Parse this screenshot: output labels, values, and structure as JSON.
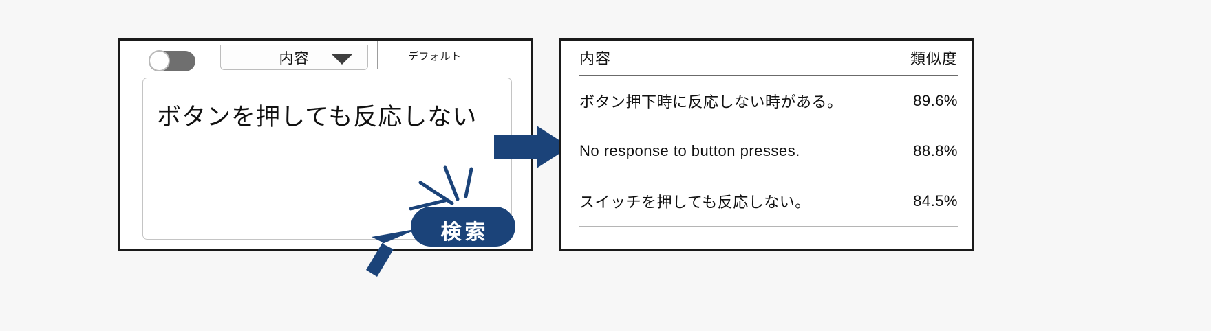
{
  "left_panel": {
    "toggle": {
      "name": "mode-toggle",
      "state": "on",
      "track_color": "#6f6f6f",
      "knob_color": "#ffffff"
    },
    "dropdown": {
      "selected": "内容",
      "caret_icon": "chevron-down-icon"
    },
    "default_label": "デフォルト",
    "textbox": {
      "value": "ボタンを押しても反応しない",
      "placeholder": ""
    },
    "search_button": {
      "label": "検索",
      "color": "#1b4379",
      "text_color": "#ffffff"
    },
    "sparkle_icon": "sparkle-burst-icon",
    "cursor_icon": "cursor-arrow-icon"
  },
  "flow_arrow": {
    "icon": "right-arrow-icon",
    "color": "#1b4379"
  },
  "right_panel": {
    "table": {
      "columns": [
        "内容",
        "類似度"
      ],
      "rows": [
        {
          "content": "ボタン押下時に反応しない時がある。",
          "similarity": "89.6%"
        },
        {
          "content": "No response to button presses.",
          "similarity": "88.8%"
        },
        {
          "content": "スイッチを押しても反応しない。",
          "similarity": "84.5%"
        }
      ]
    }
  },
  "colors": {
    "accent": "#1b4379",
    "panel_border": "#1a1a1a",
    "background": "#f7f7f7"
  }
}
